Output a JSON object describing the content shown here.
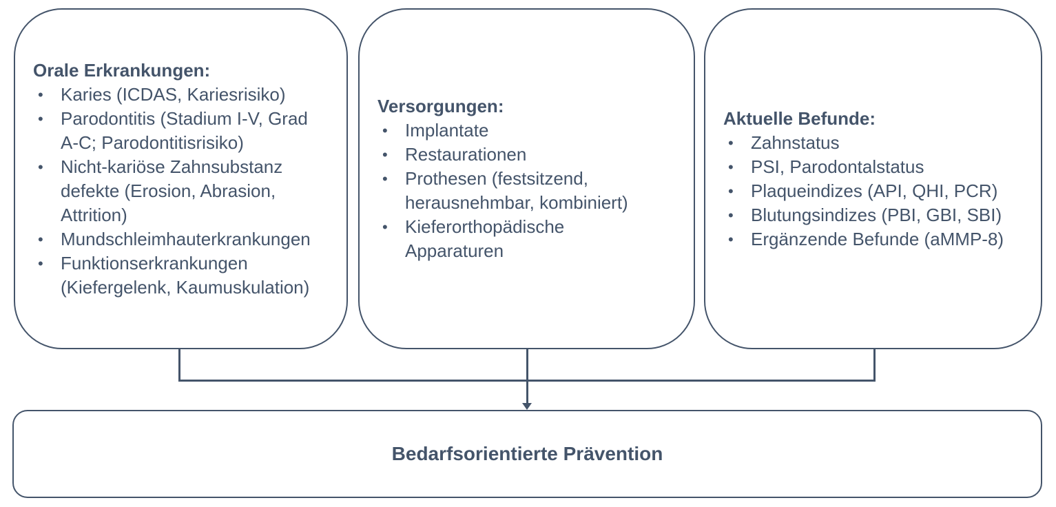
{
  "colors": {
    "line": "#44546A",
    "text": "#44546A",
    "background": "#FFFFFF"
  },
  "bullet_glyph": "•",
  "boxes": [
    {
      "title": "Orale Erkrankungen:",
      "items": [
        "Karies (ICDAS, Kariesrisiko)",
        "Parodontitis (Stadium I-V, Grad\nA-C; Parodontitisrisiko)",
        "Nicht-kariöse Zahnsubstanz\ndefekte (Erosion, Abrasion,\nAttrition)",
        "Mundschleimhauterkrankungen",
        "Funktionserkrankungen\n(Kiefergelenk, Kaumuskulation)"
      ]
    },
    {
      "title": "Versorgungen:",
      "items": [
        "Implantate",
        "Restaurationen",
        "Prothesen (festsitzend,\nherausnehmbar, kombiniert)",
        "Kieferorthopädische\nApparaturen"
      ]
    },
    {
      "title": "Aktuelle Befunde:",
      "items": [
        "Zahnstatus",
        "PSI, Parodontalstatus",
        "Plaqueindizes (API, QHI, PCR)",
        "Blutungsindizes (PBI, GBI, SBI)",
        "Ergänzende Befunde (aMMP-8)"
      ]
    }
  ],
  "result_box": {
    "label": "Bedarfsorientierte Prävention"
  }
}
